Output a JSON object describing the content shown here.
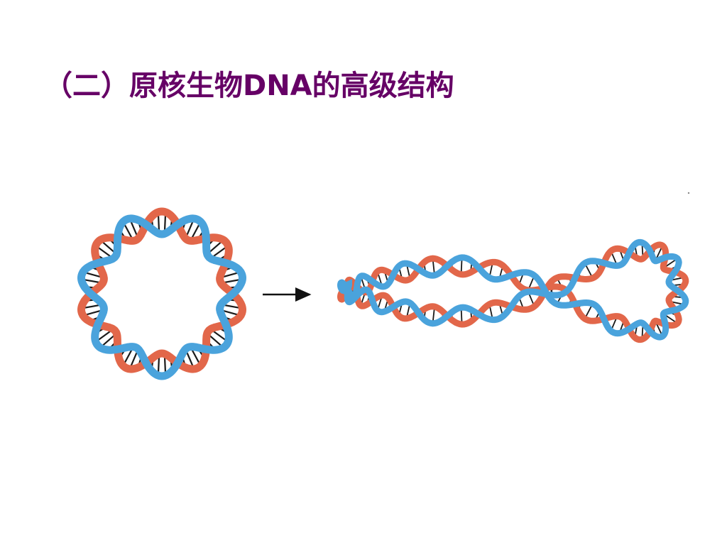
{
  "slide": {
    "title": "（二）原核生物DNA的高级结构"
  },
  "colors": {
    "title": "#660066",
    "strand_red": "#e2674a",
    "strand_red_edge": "#c94a33",
    "strand_blue": "#4aa3dc",
    "strand_blue_edge": "#2b7fbd",
    "base_pair": "#1a1a1a",
    "arrow": "#111111"
  },
  "figure": {
    "left_item": "relaxed-circular-dna",
    "right_item": "supercoiled-dna",
    "connector": "arrow-right-icon"
  }
}
